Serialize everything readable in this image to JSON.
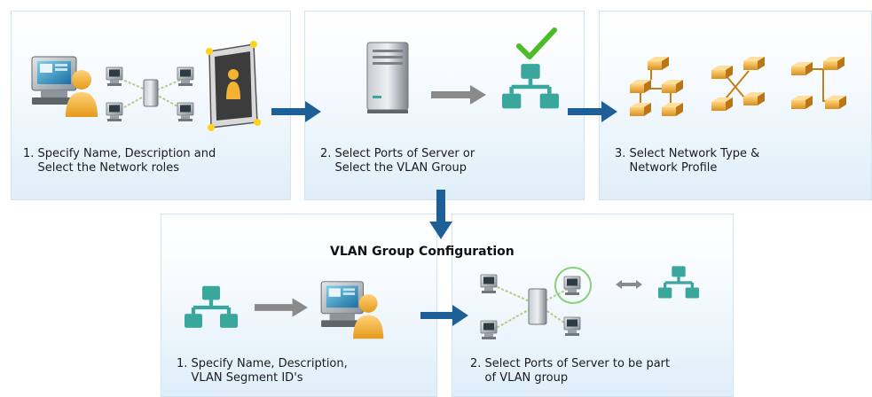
{
  "top_steps": [
    {
      "caption": "1. Specify Name, Description and\n    Select the Network roles"
    },
    {
      "caption": "2. Select Ports of Server or\n    Select the VLAN Group"
    },
    {
      "caption": "3. Select Network Type &\n    Network Profile"
    }
  ],
  "vlan_group": {
    "title": "VLAN Group Configuration",
    "steps": [
      {
        "caption": "1. Specify Name, Description,\n    VLAN Segment ID's"
      },
      {
        "caption": "2. Select Ports of Server to be part\n    of VLAN group"
      }
    ]
  },
  "colors": {
    "flow_arrow": "#1f5f97",
    "gray_arrow": "#8a8a8a",
    "switch": "#3aa79c",
    "profile": "#e6a43a",
    "checkmark": "#4cbb27",
    "highlight_circle": "#86d17a",
    "server": "#9aa0a6",
    "person": "#f2b233"
  },
  "icons": [
    "workstation-user-icon",
    "network-topology-icon",
    "network-role-icon",
    "server-icon",
    "switch-icon",
    "checkmark-icon",
    "network-profile-icon",
    "bidirectional-arrow-icon"
  ]
}
